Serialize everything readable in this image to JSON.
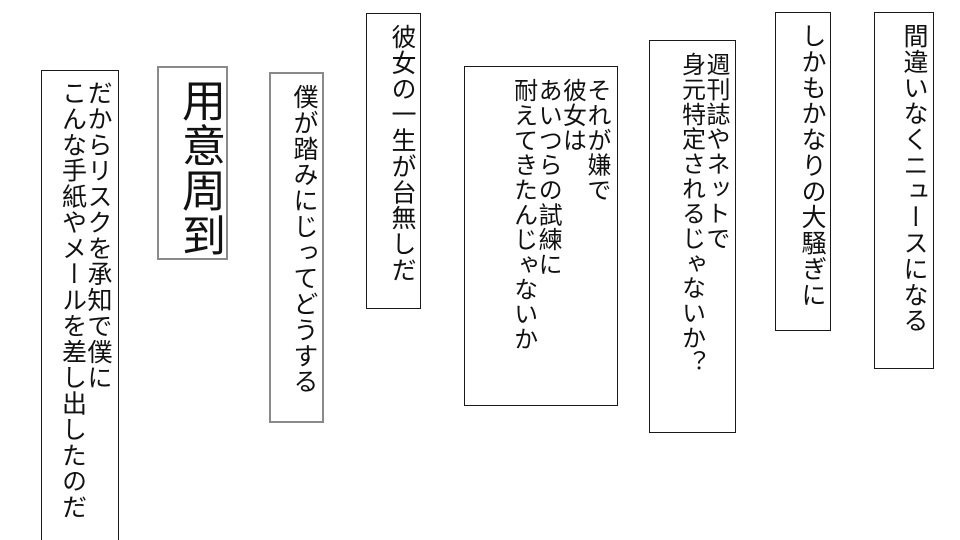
{
  "page": {
    "background_color": "#ffffff",
    "text_color": "#111111",
    "border_color": "#1a1a1a",
    "accent_border_color": "#8a8a8a",
    "writing_direction": "vertical-rl",
    "language": "ja"
  },
  "panels": [
    {
      "id": "panel-1",
      "name": "speech-panel-dakara-risuku",
      "emphasis": false,
      "columns": [
        "だからリスクを承知で僕に",
        "こんな手紙やメールを差し出したのだ"
      ]
    },
    {
      "id": "panel-2",
      "name": "speech-panel-youishuutou",
      "emphasis": true,
      "columns": [
        "用意周到"
      ]
    },
    {
      "id": "panel-3",
      "name": "speech-panel-boku-ga-fumi",
      "emphasis": false,
      "columns": [
        "僕が踏みにじってどうする"
      ]
    },
    {
      "id": "panel-4",
      "name": "speech-panel-kanojo-no-issho",
      "emphasis": false,
      "columns": [
        "彼女の一生が台無しだ"
      ]
    },
    {
      "id": "panel-5",
      "name": "speech-panel-sore-ga-iya-de",
      "emphasis": false,
      "columns": [
        "それが嫌で",
        "彼女は",
        "あいつらの試練に",
        "耐えてきたんじゃないか"
      ]
    },
    {
      "id": "panel-6",
      "name": "speech-panel-shuukanshi-ya-netto",
      "emphasis": false,
      "columns": [
        "週刊誌やネットで",
        "身元特定されるじゃないか？"
      ]
    },
    {
      "id": "panel-7",
      "name": "speech-panel-shikamo-kanari",
      "emphasis": false,
      "columns": [
        "しかもかなりの大騒ぎに"
      ]
    },
    {
      "id": "panel-8",
      "name": "speech-panel-machigai-naku-news",
      "emphasis": false,
      "columns": [
        "間違いなくニュースになる"
      ]
    }
  ]
}
